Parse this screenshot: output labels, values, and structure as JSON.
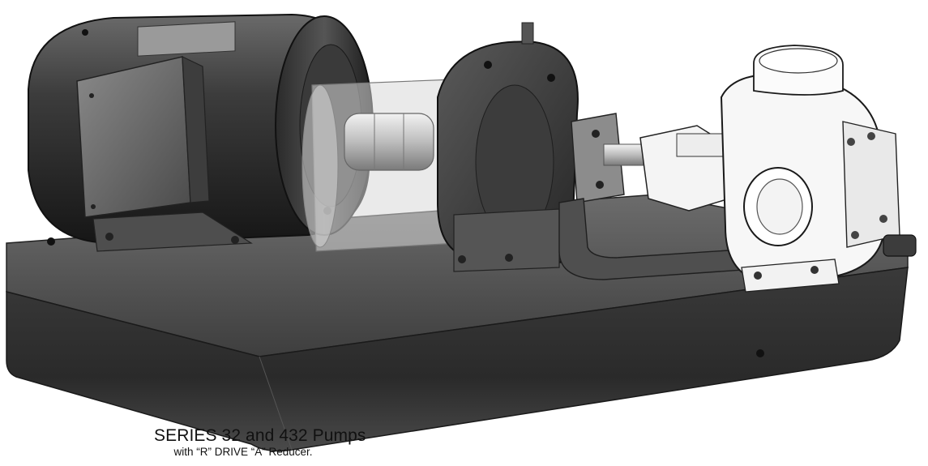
{
  "caption": {
    "title": "SERIES 32 and 432 Pumps",
    "subtitle": "with “R” DRIVE “A” Reducer."
  },
  "illustration": {
    "subject": "motor-driven-pump-on-base-plate",
    "style": "grayscale-technical-rendering"
  }
}
